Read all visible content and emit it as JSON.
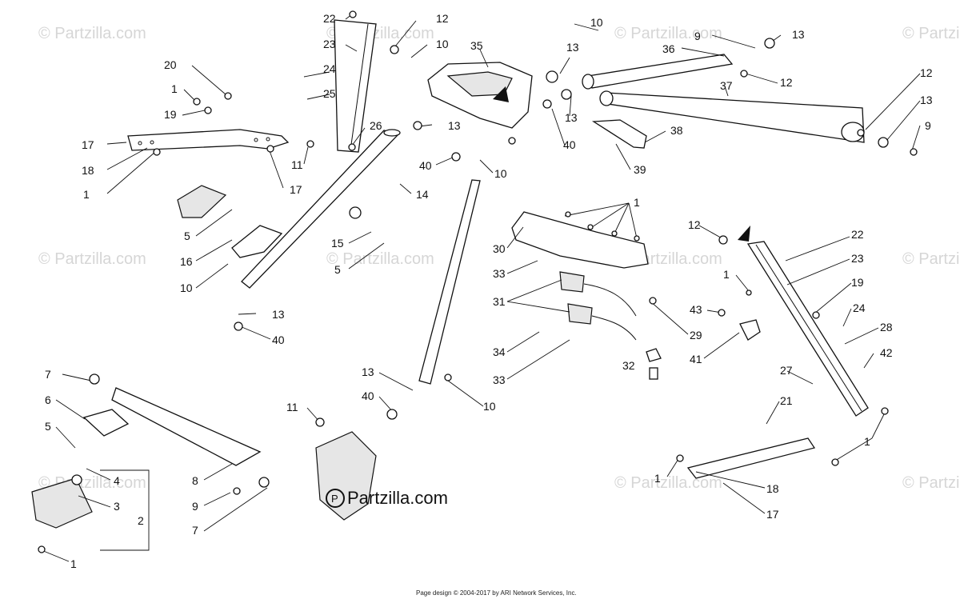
{
  "watermark_text": "© Partzilla.com",
  "brand_text": "Partzilla.com",
  "footer_text": "Page design © 2004-2017 by ARI Network Services, Inc.",
  "callouts": [
    "1",
    "2",
    "3",
    "4",
    "5",
    "6",
    "7",
    "8",
    "9",
    "10",
    "11",
    "12",
    "13",
    "14",
    "15",
    "16",
    "17",
    "18",
    "19",
    "20",
    "21",
    "22",
    "23",
    "24",
    "25",
    "26",
    "27",
    "28",
    "29",
    "30",
    "31",
    "32",
    "33",
    "34",
    "35",
    "36",
    "37",
    "38",
    "39",
    "40",
    "41",
    "42",
    "43"
  ]
}
